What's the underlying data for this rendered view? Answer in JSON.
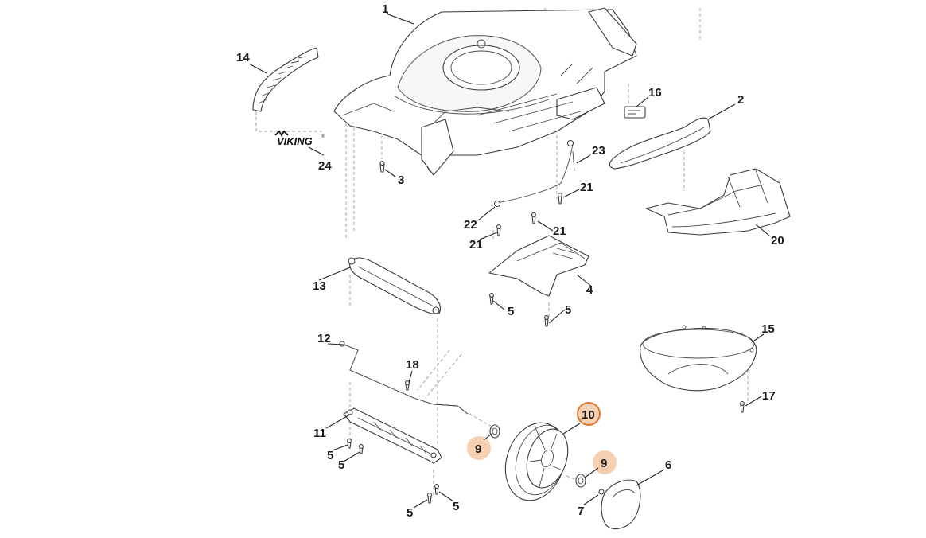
{
  "diagram": {
    "brand": "VIKING",
    "brand_mark": "registered",
    "highlight_color": "#f7cfb1",
    "highlight_ring_color": "#e0782e",
    "labels": {
      "p1": "1",
      "p2": "2",
      "p3": "3",
      "p4": "4",
      "p5a": "5",
      "p5b": "5",
      "p5c": "5",
      "p5d": "5",
      "p5e": "5",
      "p5f": "5",
      "p6": "6",
      "p7": "7",
      "p9a": "9",
      "p9b": "9",
      "p10": "10",
      "p11": "11",
      "p12": "12",
      "p13": "13",
      "p14": "14",
      "p15": "15",
      "p16": "16",
      "p17": "17",
      "p18": "18",
      "p20": "20",
      "p21a": "21",
      "p21b": "21",
      "p21c": "21",
      "p22": "22",
      "p23": "23",
      "p24": "24"
    },
    "highlighted_parts": [
      "9",
      "10"
    ]
  }
}
